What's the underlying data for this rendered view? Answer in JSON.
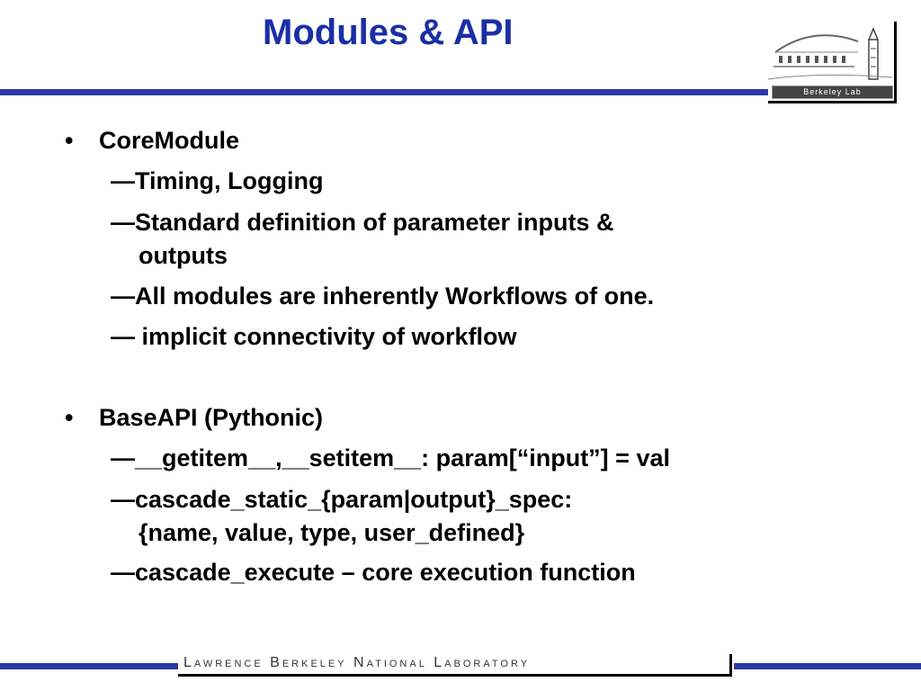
{
  "title": "Modules & API",
  "logo": {
    "text": "Berkeley Lab"
  },
  "bullets": [
    {
      "label": "CoreModule",
      "subitems": [
        {
          "lines": [
            "—Timing, Logging"
          ]
        },
        {
          "lines": [
            "—Standard definition of parameter inputs &",
            "outputs"
          ]
        },
        {
          "lines": [
            "—All modules are inherently Workflows of one."
          ]
        },
        {
          "lines": [
            "— implicit connectivity of workflow"
          ]
        }
      ]
    },
    {
      "label": "BaseAPI (Pythonic)",
      "subitems": [
        {
          "lines": [
            "—__getitem__,__setitem__: param[“input”] = val"
          ]
        },
        {
          "lines": [
            "—cascade_static_{param|output}_spec:",
            "{name, value, type, user_defined}"
          ]
        },
        {
          "lines": [
            "—cascade_execute – core execution function"
          ]
        }
      ]
    }
  ],
  "footer": "Lawrence Berkeley National Laboratory",
  "colors": {
    "accent": "#2d36a8",
    "title": "#1a2fa6"
  },
  "icons": {
    "logo": "berkeley-lab-building-icon"
  }
}
